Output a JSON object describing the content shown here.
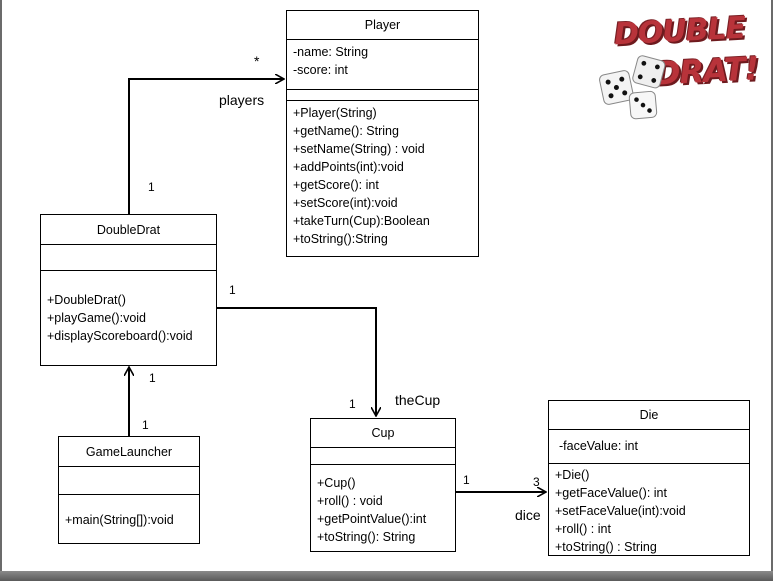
{
  "logo": {
    "line1": "DOUBLE",
    "line2": "DRAT!"
  },
  "classes": {
    "player": {
      "name": "Player",
      "attributes": [
        "-name: String",
        "-score: int"
      ],
      "operations": [
        "+Player(String)",
        "+getName(): String",
        "+setName(String) : void",
        "+addPoints(int):void",
        "+getScore(): int",
        "+setScore(int):void",
        "+takeTurn(Cup):Boolean",
        "+toString():String"
      ]
    },
    "doubledrat": {
      "name": "DoubleDrat",
      "attributes": [],
      "operations": [
        "+DoubleDrat()",
        "+playGame():void",
        "+displayScoreboard():void"
      ]
    },
    "gamelauncher": {
      "name": "GameLauncher",
      "attributes": [],
      "operations": [
        "+main(String[]):void"
      ]
    },
    "cup": {
      "name": "Cup",
      "attributes": [],
      "operations": [
        "+Cup()",
        "+roll() : void",
        "+getPointValue():int",
        "+toString(): String"
      ]
    },
    "die": {
      "name": "Die",
      "attributes": [
        "-faceValue: int"
      ],
      "operations": [
        "+Die()",
        "+getFaceValue(): int",
        "+setFaceValue(int):void",
        "+roll() : int",
        "+toString() : String"
      ]
    }
  },
  "associations": {
    "players": {
      "role": "players",
      "source_mult": "1",
      "target_mult": "*"
    },
    "thecup": {
      "role": "theCup",
      "source_mult": "1",
      "target_mult": "1"
    },
    "launcher": {
      "source_mult": "1",
      "target_mult": "1"
    },
    "dice": {
      "role": "dice",
      "source_mult": "1",
      "target_mult": "3"
    }
  }
}
